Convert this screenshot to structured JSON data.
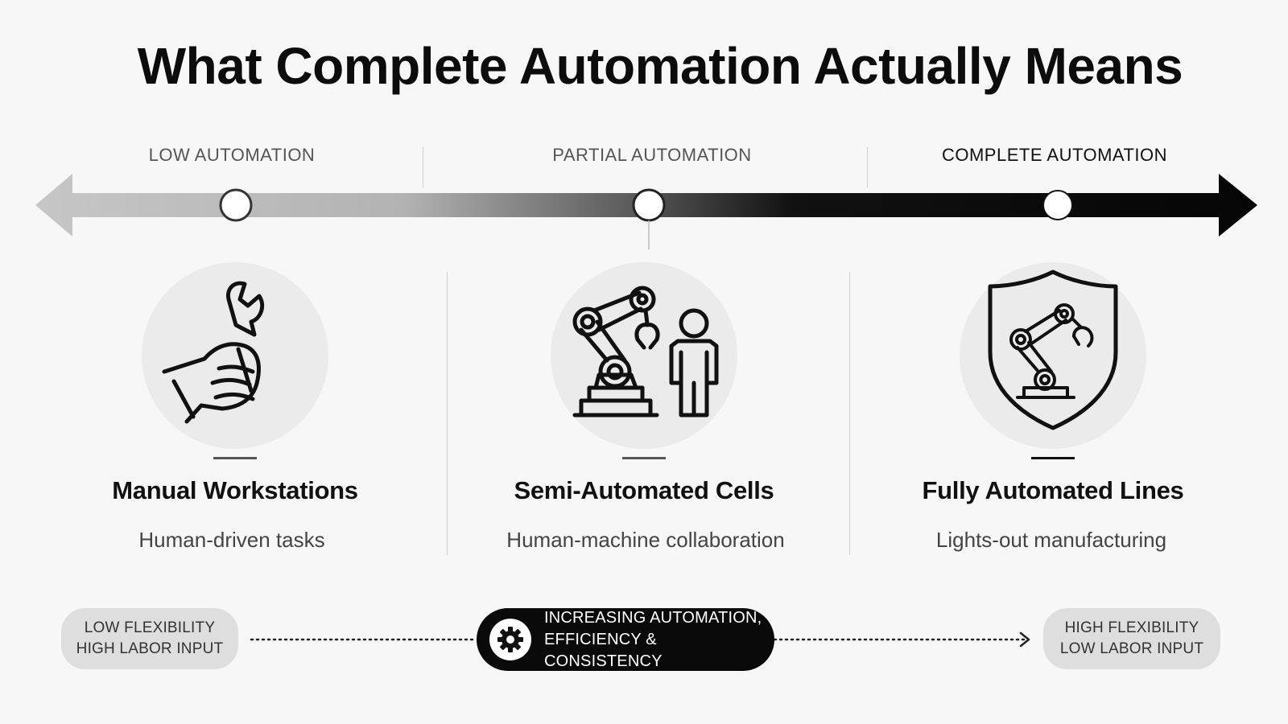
{
  "title": "What Complete Automation Actually Means",
  "axis": {
    "labels": [
      "LOW AUTOMATION",
      "PARTIAL AUTOMATION",
      "COMPLETE AUTOMATION"
    ]
  },
  "stages": [
    {
      "title": "Manual Workstations",
      "description": "Human-driven tasks",
      "icon": "wrench-hand-icon"
    },
    {
      "title": "Semi-Automated Cells",
      "description": "Human-machine collaboration",
      "icon": "robot-arm-person-icon"
    },
    {
      "title": "Fully Automated Lines",
      "description": "Lights-out manufacturing",
      "icon": "shield-robot-arm-icon"
    }
  ],
  "bottom": {
    "left": {
      "line1": "LOW FLEXIBILITY",
      "line2": "HIGH LABOR INPUT"
    },
    "center": {
      "line1": "INCREASING AUTOMATION,",
      "line2": "EFFICIENCY & CONSISTENCY",
      "icon": "gear-icon"
    },
    "right": {
      "line1": "HIGH FLEXIBILITY",
      "line2": "LOW LABOR INPUT"
    }
  },
  "colors": {
    "background": "#f7f7f7",
    "dark": "#0a0a0a",
    "light": "#c4c4c4",
    "pill": "#dedede"
  }
}
